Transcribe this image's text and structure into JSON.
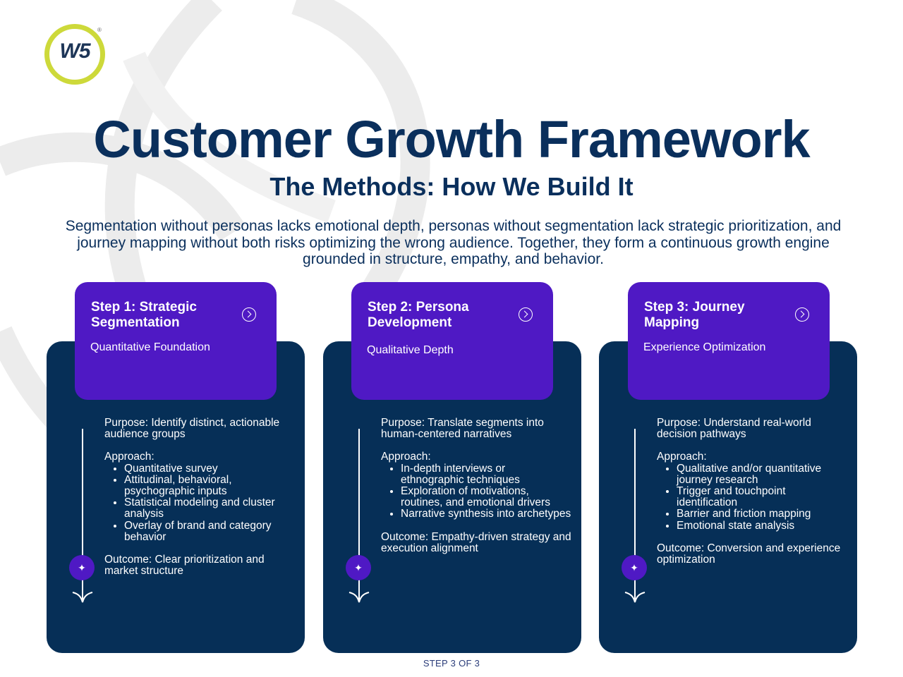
{
  "brand": {
    "logo_text": "W5",
    "registered_mark": "®",
    "logo_ring_color": "#cdd93a"
  },
  "header": {
    "title": "Customer Growth Framework",
    "subtitle": "The Methods: How We Build It",
    "intro": "Segmentation without personas lacks emotional depth, personas without segmentation lack strategic prioritization, and journey mapping without both risks optimizing the wrong audience. Together, they form a continuous growth engine grounded in structure, empathy, and behavior."
  },
  "colors": {
    "card_bg": "#062f57",
    "header_bg": "#4f19c4",
    "title_color": "#0a2f5c"
  },
  "steps": [
    {
      "title": "Step 1: Strategic Segmentation",
      "subtitle": "Quantitative Foundation",
      "purpose": "Purpose: Identify distinct, actionable audience groups",
      "approach_label": "Approach:",
      "approach": [
        "Quantitative survey",
        "Attitudinal, behavioral, psychographic inputs",
        "Statistical modeling and cluster analysis",
        "Overlay of brand and category behavior"
      ],
      "outcome": "Outcome: Clear prioritization and market structure",
      "icon": "chevron-right-circle-icon"
    },
    {
      "title": "Step 2: Persona Development",
      "subtitle": "Qualitative Depth",
      "purpose": "Purpose: Translate segments into human-centered narratives",
      "approach_label": "Approach:",
      "approach": [
        "In-depth interviews or ethnographic techniques",
        "Exploration of motivations, routines, and emotional drivers",
        "Narrative synthesis into archetypes"
      ],
      "outcome": "Outcome: Empathy-driven strategy and execution alignment",
      "icon": "chevron-right-circle-icon"
    },
    {
      "title": "Step 3: Journey Mapping",
      "subtitle": "Experience Optimization",
      "purpose": "Purpose: Understand real-world decision pathways",
      "approach_label": "Approach:",
      "approach": [
        "Qualitative and/or quantitative journey research",
        "Trigger and touchpoint identification",
        "Barrier and friction mapping",
        "Emotional state analysis"
      ],
      "outcome": "Outcome: Conversion and experience optimization",
      "icon": "chevron-right-circle-icon"
    }
  ],
  "footer": {
    "page_label": "STEP 3 OF 3"
  }
}
